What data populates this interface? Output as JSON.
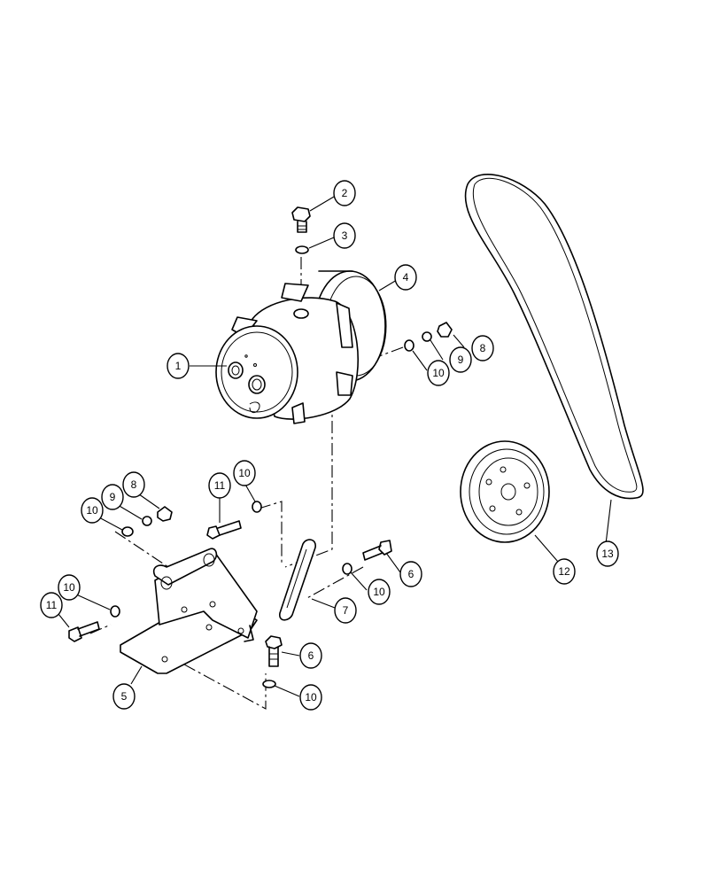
{
  "callouts": [
    {
      "id": "c1",
      "label": "1"
    },
    {
      "id": "c2",
      "label": "2"
    },
    {
      "id": "c3",
      "label": "3"
    },
    {
      "id": "c4",
      "label": "4"
    },
    {
      "id": "c5",
      "label": "5"
    },
    {
      "id": "c6a",
      "label": "6"
    },
    {
      "id": "c6b",
      "label": "6"
    },
    {
      "id": "c7",
      "label": "7"
    },
    {
      "id": "c8a",
      "label": "8"
    },
    {
      "id": "c8b",
      "label": "8"
    },
    {
      "id": "c9a",
      "label": "9"
    },
    {
      "id": "c9b",
      "label": "9"
    },
    {
      "id": "c10a",
      "label": "10"
    },
    {
      "id": "c10b",
      "label": "10"
    },
    {
      "id": "c10c",
      "label": "10"
    },
    {
      "id": "c10d",
      "label": "10"
    },
    {
      "id": "c10e",
      "label": "10"
    },
    {
      "id": "c10f",
      "label": "10"
    },
    {
      "id": "c11a",
      "label": "11"
    },
    {
      "id": "c11b",
      "label": "11"
    },
    {
      "id": "c12",
      "label": "12"
    },
    {
      "id": "c13",
      "label": "13"
    }
  ]
}
